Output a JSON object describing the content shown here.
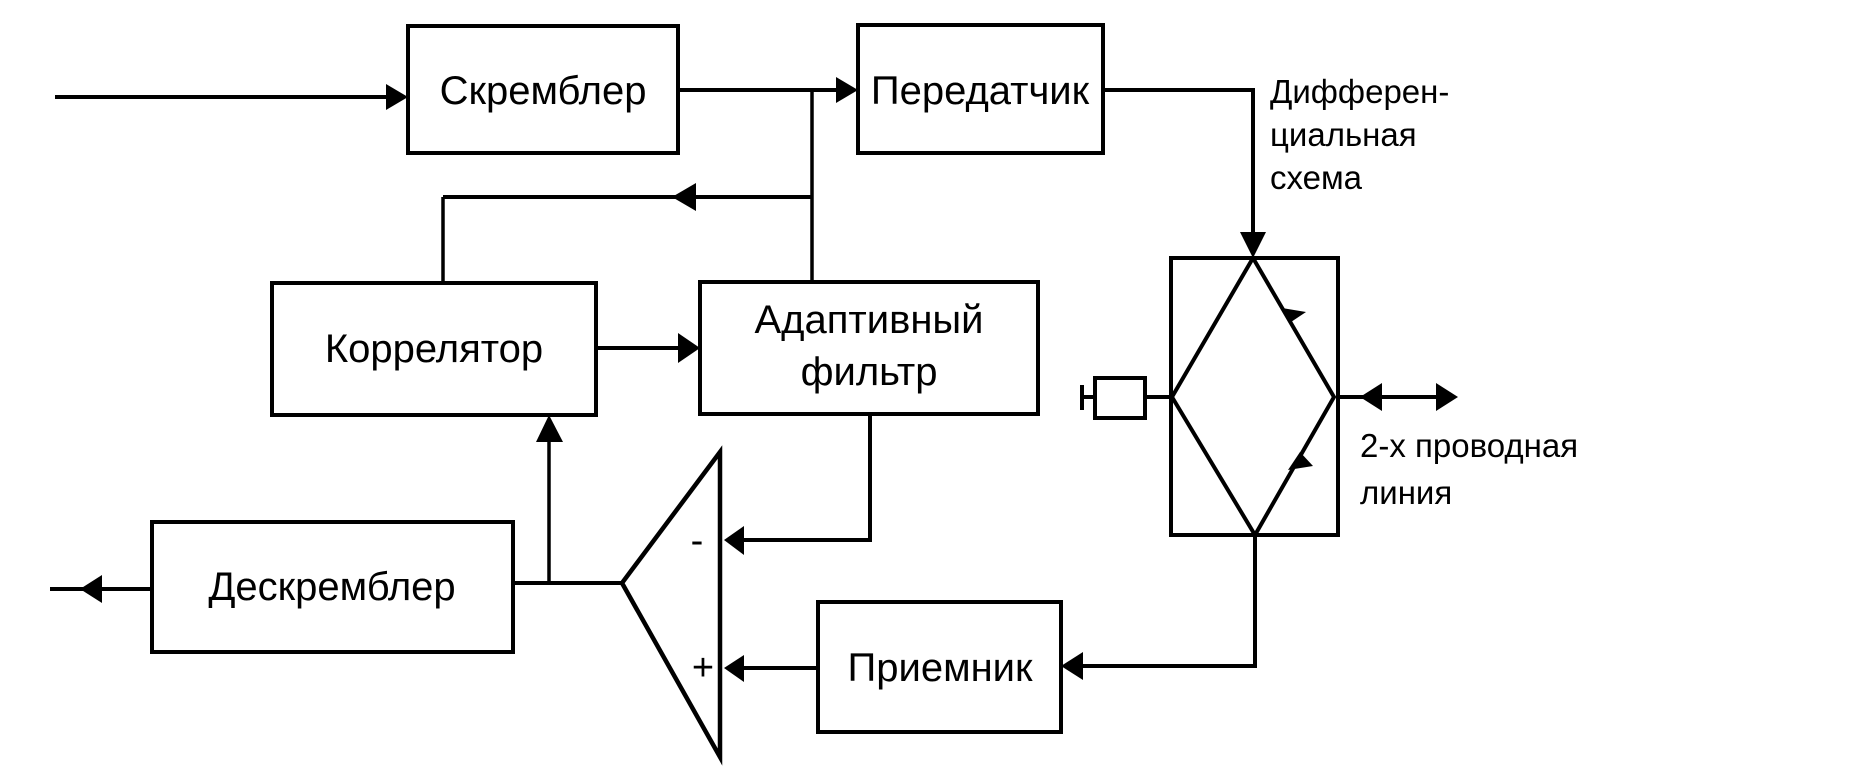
{
  "diagram": {
    "type": "block-diagram",
    "language": "ru",
    "blocks": {
      "scrambler": "Скремблер",
      "transmitter": "Передатчик",
      "correlator": "Коррелятор",
      "adaptive_filter_line1": "Адаптивный",
      "adaptive_filter_line2": "фильтр",
      "descrambler": "Дескремблер",
      "receiver": "Приемник"
    },
    "labels": {
      "hybrid_line1": "Дифферен-",
      "hybrid_line2": "циальная",
      "hybrid_line3": "схема",
      "line_line1": "2-х проводная",
      "line_line2": "линия"
    },
    "amplifier": {
      "minus_sign": "-",
      "plus_sign": "+"
    },
    "connections": [
      {
        "from": "input",
        "to": "Скремблер"
      },
      {
        "from": "Скремблер",
        "to": "Передатчик"
      },
      {
        "from": "Скремблер",
        "to": "Коррелятор"
      },
      {
        "from": "Скремблер",
        "to": "Адаптивный фильтр"
      },
      {
        "from": "Коррелятор",
        "to": "Адаптивный фильтр"
      },
      {
        "from": "Передатчик",
        "to": "Дифференциальная схема"
      },
      {
        "from": "Дифференциальная схема",
        "to": "2-х проводная линия",
        "bidirectional": true
      },
      {
        "from": "Дифференциальная схема",
        "to": "Приемник"
      },
      {
        "from": "Приемник",
        "to": "amplifier(+)"
      },
      {
        "from": "Адаптивный фильтр",
        "to": "amplifier(-)"
      },
      {
        "from": "amplifier",
        "to": "Дескремблер"
      },
      {
        "from": "amplifier",
        "to": "Коррелятор"
      },
      {
        "from": "Дескремблер",
        "to": "output"
      }
    ]
  }
}
